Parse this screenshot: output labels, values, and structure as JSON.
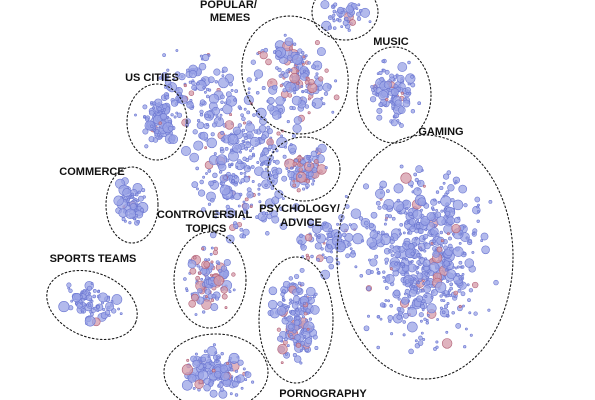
{
  "map": {
    "clusters": [
      {
        "id": "popular-memes",
        "label_lines": [
          "POPULAR/",
          "MEMES"
        ]
      },
      {
        "id": "music",
        "label_lines": [
          "MUSIC"
        ]
      },
      {
        "id": "us-cities",
        "label_lines": [
          "US CITIES"
        ]
      },
      {
        "id": "gaming",
        "label_lines": [
          "GAMING"
        ]
      },
      {
        "id": "commerce",
        "label_lines": [
          "COMMERCE"
        ]
      },
      {
        "id": "controversial-topics",
        "label_lines": [
          "CONTROVERSIAL",
          "TOPICS"
        ]
      },
      {
        "id": "psychology-advice",
        "label_lines": [
          "PSYCHOLOGY/",
          "ADVICE"
        ]
      },
      {
        "id": "sports-teams",
        "label_lines": [
          "SPORTS TEAMS"
        ]
      },
      {
        "id": "pornography",
        "label_lines": [
          "PORNOGRAPHY"
        ]
      }
    ]
  },
  "colors": {
    "point_blue_fill": "#9aa3e6",
    "point_blue_stroke": "#6d78d2",
    "point_red_fill": "#d49aa8",
    "point_red_stroke": "#b36378",
    "outline": "#1a1a1a",
    "label": "#111111"
  }
}
